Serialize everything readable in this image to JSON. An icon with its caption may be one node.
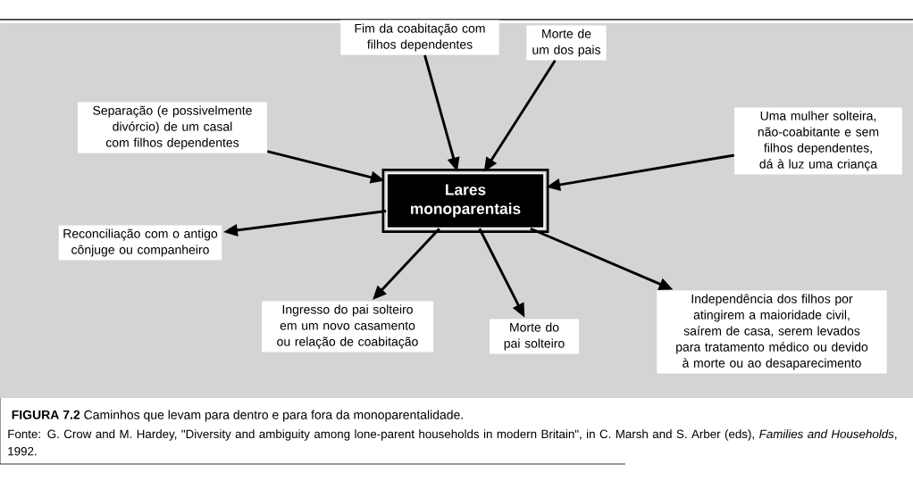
{
  "diagram": {
    "caption": "**FIGURA 7.2** Caminhos que levam para dentro e para fora da monoparentalidade.",
    "nodes": [
      {
        "text": [
          "Fim da coabitação com filhos dependentes"
        ]
      },
      {
        "text": [
          "Morte de um dos pais"
        ]
      },
      {
        "text": [
          "Separação (e possivelmente divórcio) de um casal com filhos dependentes"
        ]
      },
      {
        "text": [
          "Uma mulher solteira, não-coabitante e sem filhos dependentes, dá à luz uma criança"
        ]
      },
      {
        "text": [
          "Lares monoparentais"
        ]
      },
      {
        "text": [
          "Reconciliação com o antigo cônjuge ou companheiro"
        ]
      },
      {
        "text": [
          "Independência dos filhos por atingirem a maioridade civil, saírem de casa, serem levados para tratamento médico ou devido à morte ou ao desaparecimento"
        ]
      },
      {
        "text": [
          "Ingresso do pai solteiro em um novo casamento ou relação de coabitação"
        ]
      },
      {
        "text": [
          "Morte do pai solteiro"
        ]
      }
    ],
    "edges": [
      {
        "from": 0,
        "to": 4,
        "arrow": "to"
      },
      {
        "from": 1,
        "to": 4,
        "arrow": "to"
      },
      {
        "from": 2,
        "to": 4,
        "arrow": "to"
      },
      {
        "from": 3,
        "to": 4,
        "arrow": "to"
      },
      {
        "from": 4,
        "to": 5,
        "arrow": "to"
      },
      {
        "from": 4,
        "to": 6,
        "arrow": "to"
      },
      {
        "from": 4,
        "to": 7,
        "arrow": "to"
      },
      {
        "from": 4,
        "to": 8,
        "arrow": "to"
      }
    ],
    "labels": [
      "Fonte: G. Crow and M. Hardey, \"Diversity and ambiguity among lone-parent households in modern Britain\", in C. Marsh and S. Arber (eds), *Families and Households*, 1992."
    ]
  }
}
